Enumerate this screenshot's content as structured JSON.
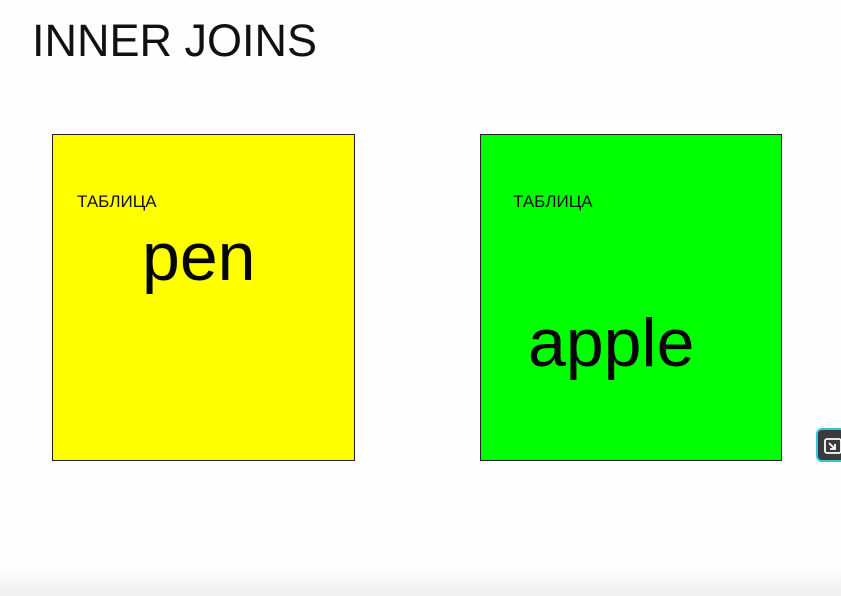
{
  "slide": {
    "title": "INNER JOINS"
  },
  "tables": [
    {
      "label": "ТАБЛИЦА",
      "word": "pen",
      "color": "#ffff00"
    },
    {
      "label": "ТАБЛИЦА",
      "word": "apple",
      "color": "#00ff00"
    }
  ],
  "overlay": {
    "icon": "exit-fullscreen-icon",
    "border_color": "#2ec9e0"
  }
}
